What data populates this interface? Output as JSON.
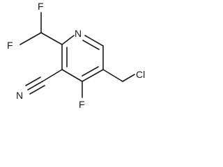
{
  "atoms": {
    "f_top": "F",
    "f_left": "F",
    "n_ring": "N",
    "n_nitrile": "N",
    "f_ring": "F",
    "cl": "Cl"
  },
  "colors": {
    "line": "#1a1a1a",
    "background": "#ffffff"
  }
}
